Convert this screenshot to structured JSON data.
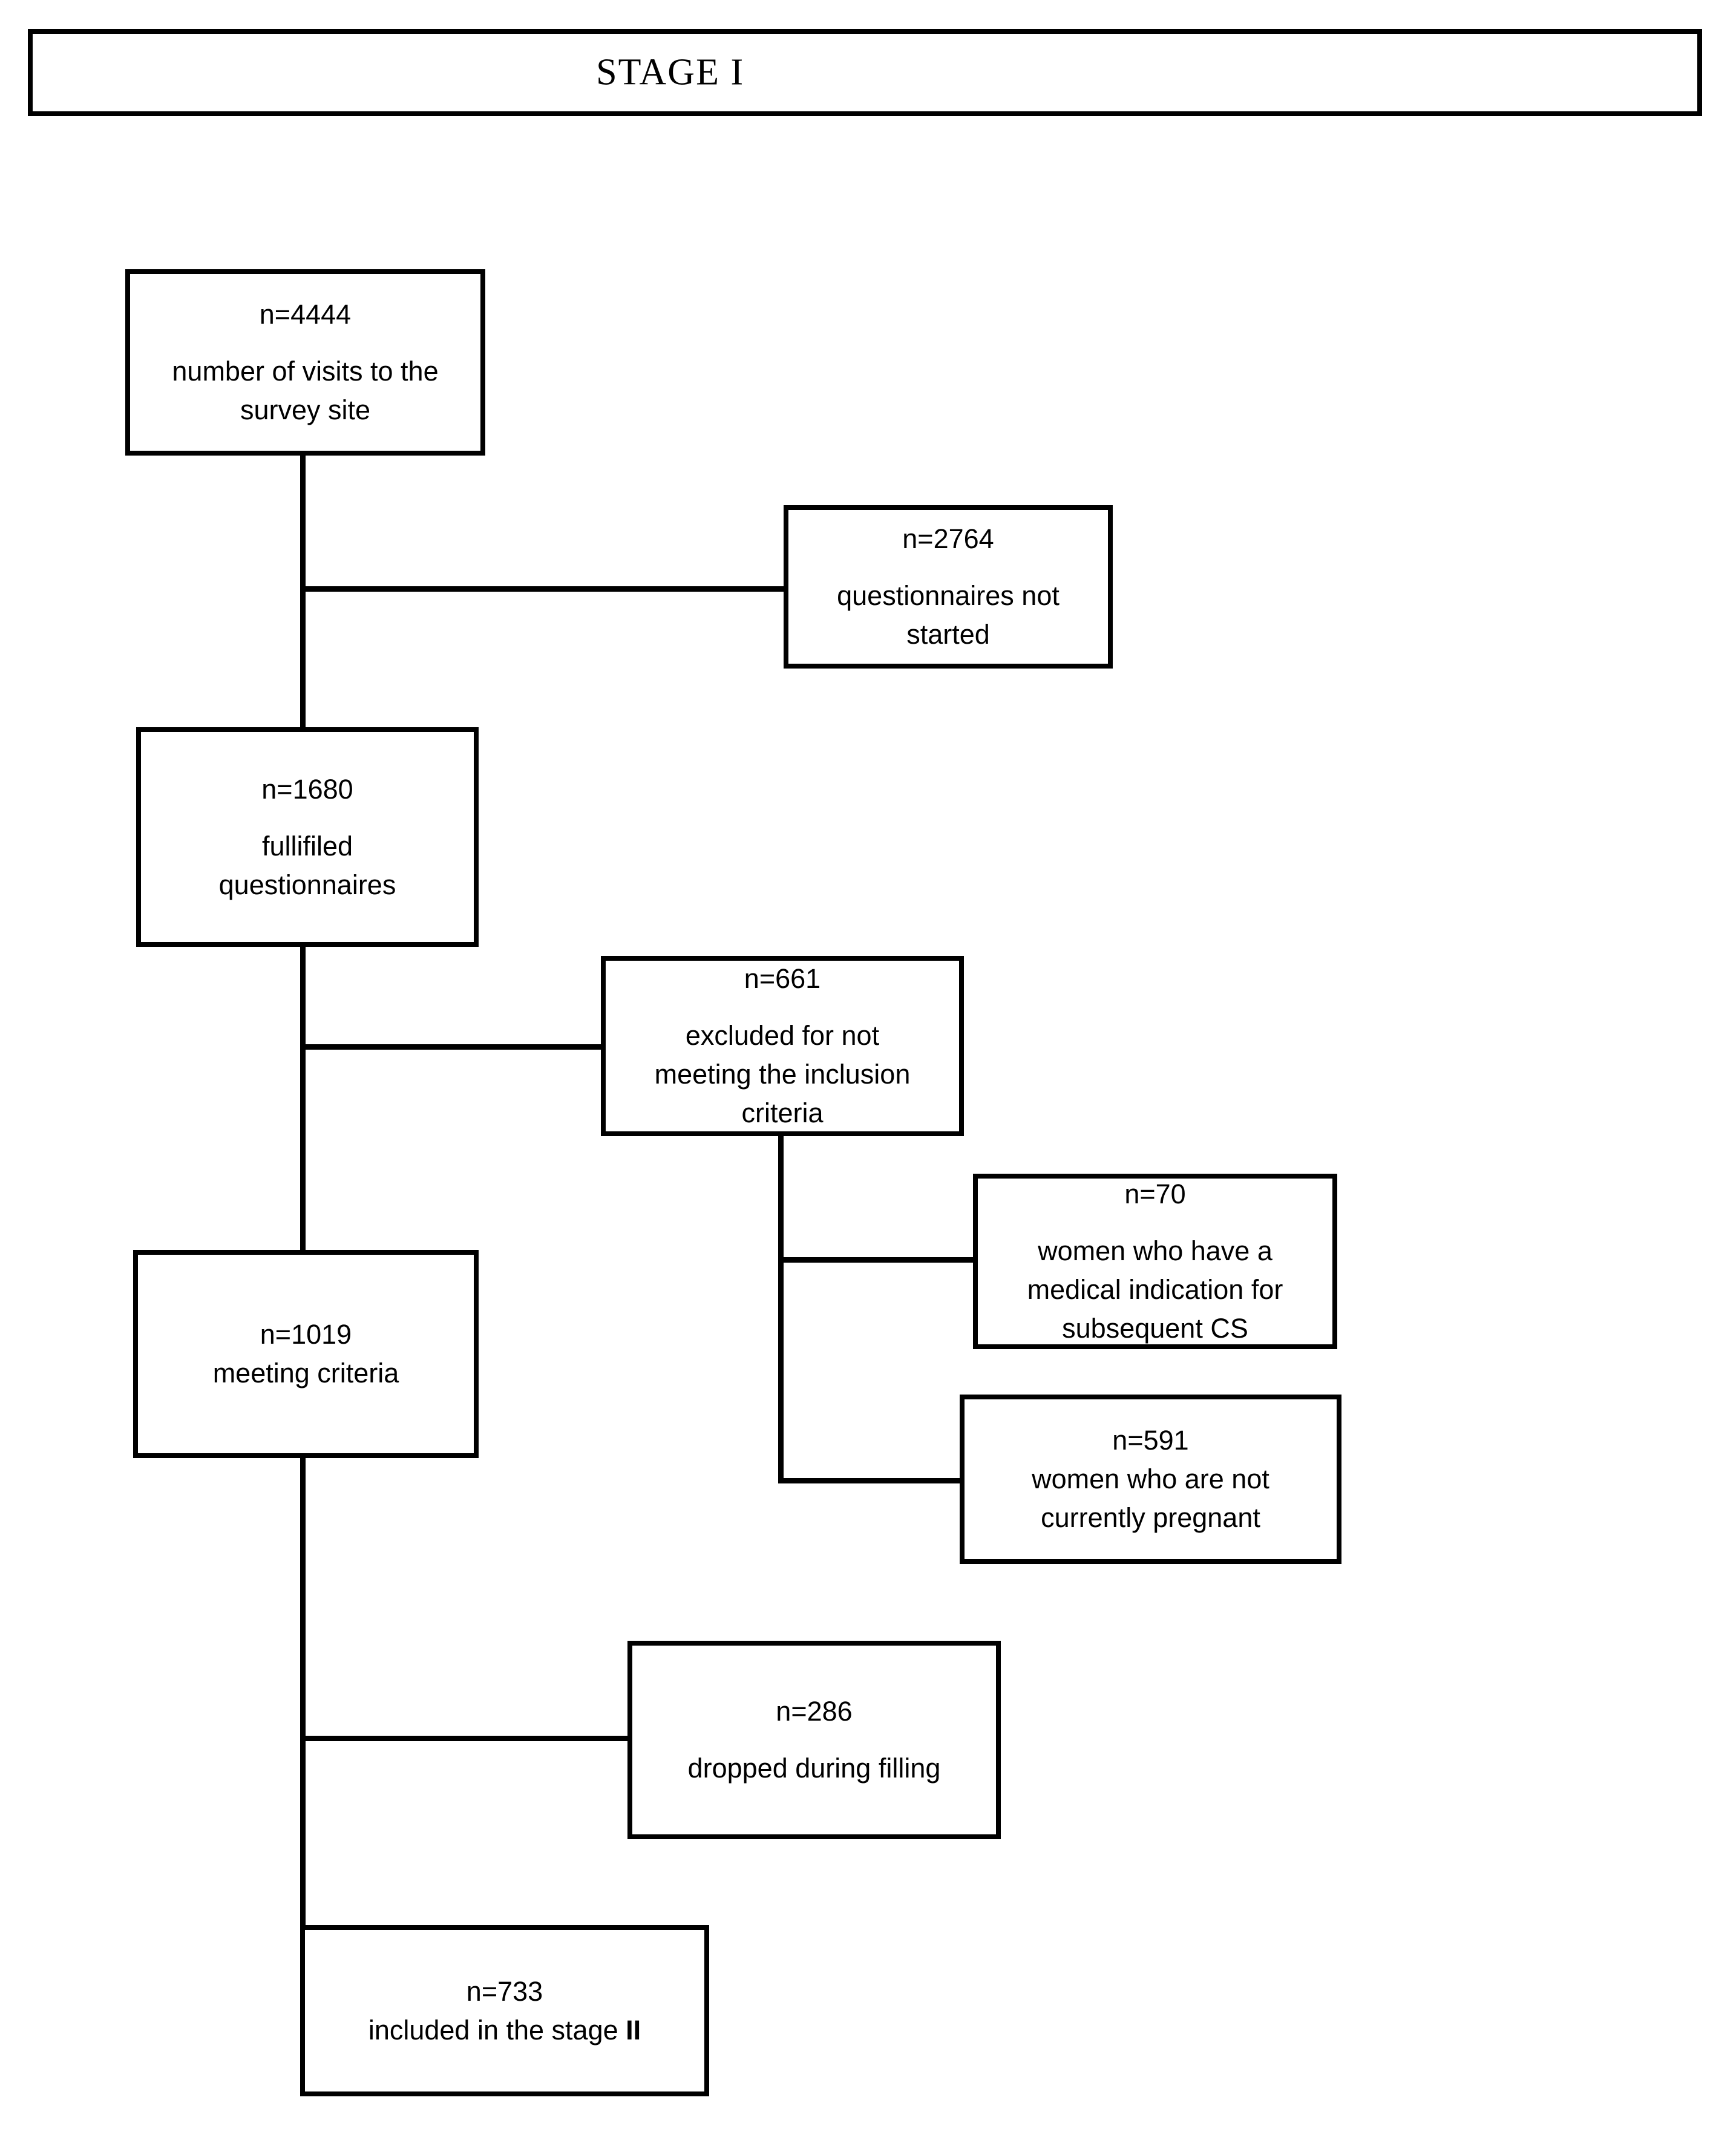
{
  "header": {
    "title": "STAGE I"
  },
  "boxes": {
    "visits": {
      "value": "n=4444",
      "desc": [
        "number of visits to the",
        "survey site"
      ]
    },
    "not_started": {
      "value": "n=2764",
      "desc": [
        "questionnaires not",
        "started"
      ]
    },
    "fulfilled": {
      "value": "n=1680",
      "desc": [
        "fullifiled",
        "questionnaires"
      ]
    },
    "excluded": {
      "value": "n=661",
      "desc": [
        "excluded for not",
        "meeting the inclusion",
        "criteria"
      ]
    },
    "medical_cs": {
      "value": "n=70",
      "desc": [
        "women who have a",
        "medical indication for",
        "subsequent CS"
      ]
    },
    "not_pregnant": {
      "value": "n=591",
      "desc": [
        "women who are not",
        "currently pregnant"
      ]
    },
    "meeting": {
      "value": "n=1019",
      "desc": [
        "meeting criteria"
      ]
    },
    "dropped": {
      "value": "n=286",
      "desc": [
        "dropped during filling"
      ]
    },
    "included": {
      "value": "n=733",
      "desc": "included in the stage",
      "desc_bold": "II"
    }
  },
  "colors": {
    "ink": "#000000",
    "background": "#ffffff"
  }
}
